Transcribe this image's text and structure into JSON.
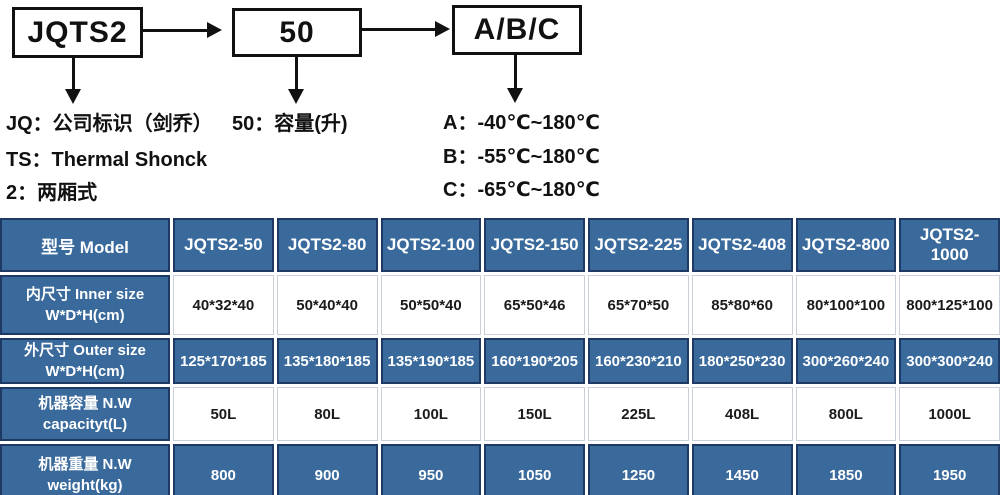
{
  "colors": {
    "cell_blue": "#3a6a9c",
    "border_navy": "#1e3a64",
    "diagram_ink": "#111111",
    "white_cell_border": "#c9d0da",
    "value_text": "#1b1b1b"
  },
  "diagram": {
    "boxes": [
      {
        "label": "JQTS2"
      },
      {
        "label": "50"
      },
      {
        "label": "A/B/C"
      }
    ],
    "notes_left": [
      "JQ：公司标识（剑乔）",
      "TS：Thermal Shonck",
      "2：两厢式"
    ],
    "note_mid": "50：容量(升)",
    "notes_right": [
      "A：-40℃~180℃",
      "B：-55℃~180℃",
      "C：-65℃~180℃"
    ]
  },
  "table": {
    "header": [
      "型号 Model",
      "JQTS2-50",
      "JQTS2-80",
      "JQTS2-100",
      "JQTS2-150",
      "JQTS2-225",
      "JQTS2-408",
      "JQTS2-800",
      "JQTS2-1000"
    ],
    "rows": [
      {
        "label_zh": "内尺寸 Inner size",
        "label_en": "W*D*H(cm)",
        "values": [
          "40*32*40",
          "50*40*40",
          "50*50*40",
          "65*50*46",
          "65*70*50",
          "85*80*60",
          "80*100*100",
          "800*125*100"
        ]
      },
      {
        "label_zh": "外尺寸 Outer size",
        "label_en": "W*D*H(cm)",
        "values": [
          "125*170*185",
          "135*180*185",
          "135*190*185",
          "160*190*205",
          "160*230*210",
          "180*250*230",
          "300*260*240",
          "300*300*240"
        ]
      },
      {
        "label_zh": "机器容量 N.W",
        "label_en": "capacityt(L)",
        "values": [
          "50L",
          "80L",
          "100L",
          "150L",
          "225L",
          "408L",
          "800L",
          "1000L"
        ]
      },
      {
        "label_zh": "机器重量 N.W",
        "label_en": "weight(kg)",
        "values": [
          "800",
          "900",
          "950",
          "1050",
          "1250",
          "1450",
          "1850",
          "1950"
        ]
      }
    ]
  }
}
